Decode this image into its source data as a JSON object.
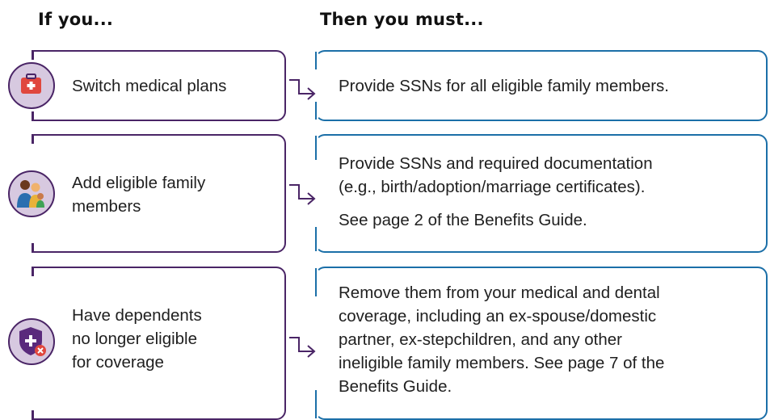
{
  "headings": {
    "left": "If you...",
    "right": "Then you must..."
  },
  "rows": [
    {
      "condition": "Switch medical plans",
      "icon": "medical-kit-icon",
      "actions": [
        "Provide SSNs for all eligible family members."
      ]
    },
    {
      "condition_lines": [
        "Add eligible family",
        "members"
      ],
      "icon": "family-icon",
      "actions": [
        "Provide SSNs and required documentation",
        "(e.g., birth/adoption/marriage certificates).",
        "See page 2 of the Benefits Guide."
      ]
    },
    {
      "condition_lines": [
        "Have dependents",
        "no longer eligible",
        "for coverage"
      ],
      "icon": "shield-remove-icon",
      "action_lines": [
        "Remove them from your medical and dental",
        "coverage, including an ex-spouse/domestic",
        "partner, ex-stepchildren, and any other",
        "ineligible family members. See page 7 of the",
        "Benefits Guide."
      ]
    }
  ],
  "colors": {
    "left_border": "#4a2566",
    "right_border": "#1b6fa8",
    "icon_bg": "#d7c9e0"
  }
}
